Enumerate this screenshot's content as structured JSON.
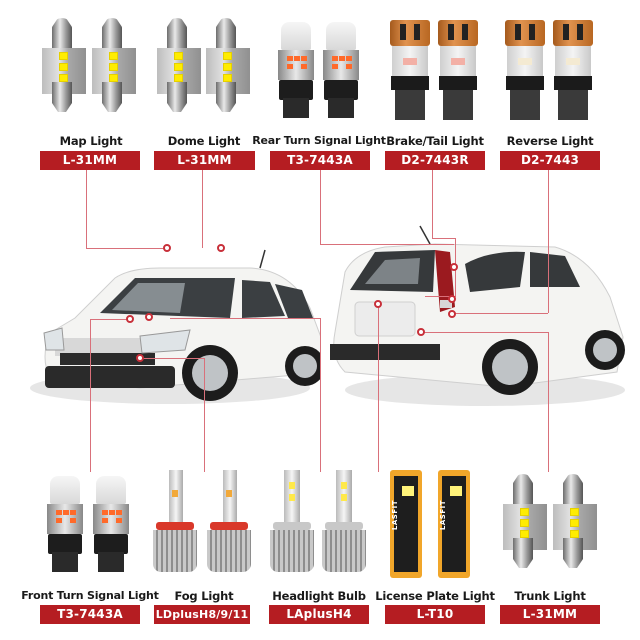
{
  "colors": {
    "badge": "#b51d22",
    "leader_line": "#d9707a",
    "dot_ring": "#c8303a",
    "background": "#ffffff"
  },
  "top_row": [
    {
      "title": "Map Light",
      "model": "L-31MM",
      "bulb_type": "festoon"
    },
    {
      "title": "Dome Light",
      "model": "L-31MM",
      "bulb_type": "festoon"
    },
    {
      "title": "Rear Turn Signal Light",
      "model": "T3-7443A",
      "bulb_type": "7443-amber"
    },
    {
      "title": "Brake/Tail Light",
      "model": "D2-7443R",
      "bulb_type": "7443-copper-red"
    },
    {
      "title": "Reverse Light",
      "model": "D2-7443",
      "bulb_type": "7443-copper-white"
    }
  ],
  "bottom_row": [
    {
      "title": "Front Turn Signal Light",
      "model": "T3-7443A",
      "bulb_type": "7443-amber"
    },
    {
      "title": "Fog Light",
      "model": "LDplusH8/9/11",
      "bulb_type": "h11-led"
    },
    {
      "title": "Headlight Bulb",
      "model": "LAplusH4",
      "bulb_type": "h4-led"
    },
    {
      "title": "License Plate Light",
      "model": "L-T10",
      "bulb_type": "t10-pcb"
    },
    {
      "title": "Trunk Light",
      "model": "L-31MM",
      "bulb_type": "festoon"
    }
  ],
  "t10_brand": "LASFIT",
  "vehicle": {
    "front_view": "white-suv-front-3q",
    "rear_view": "white-suv-rear-3q"
  }
}
